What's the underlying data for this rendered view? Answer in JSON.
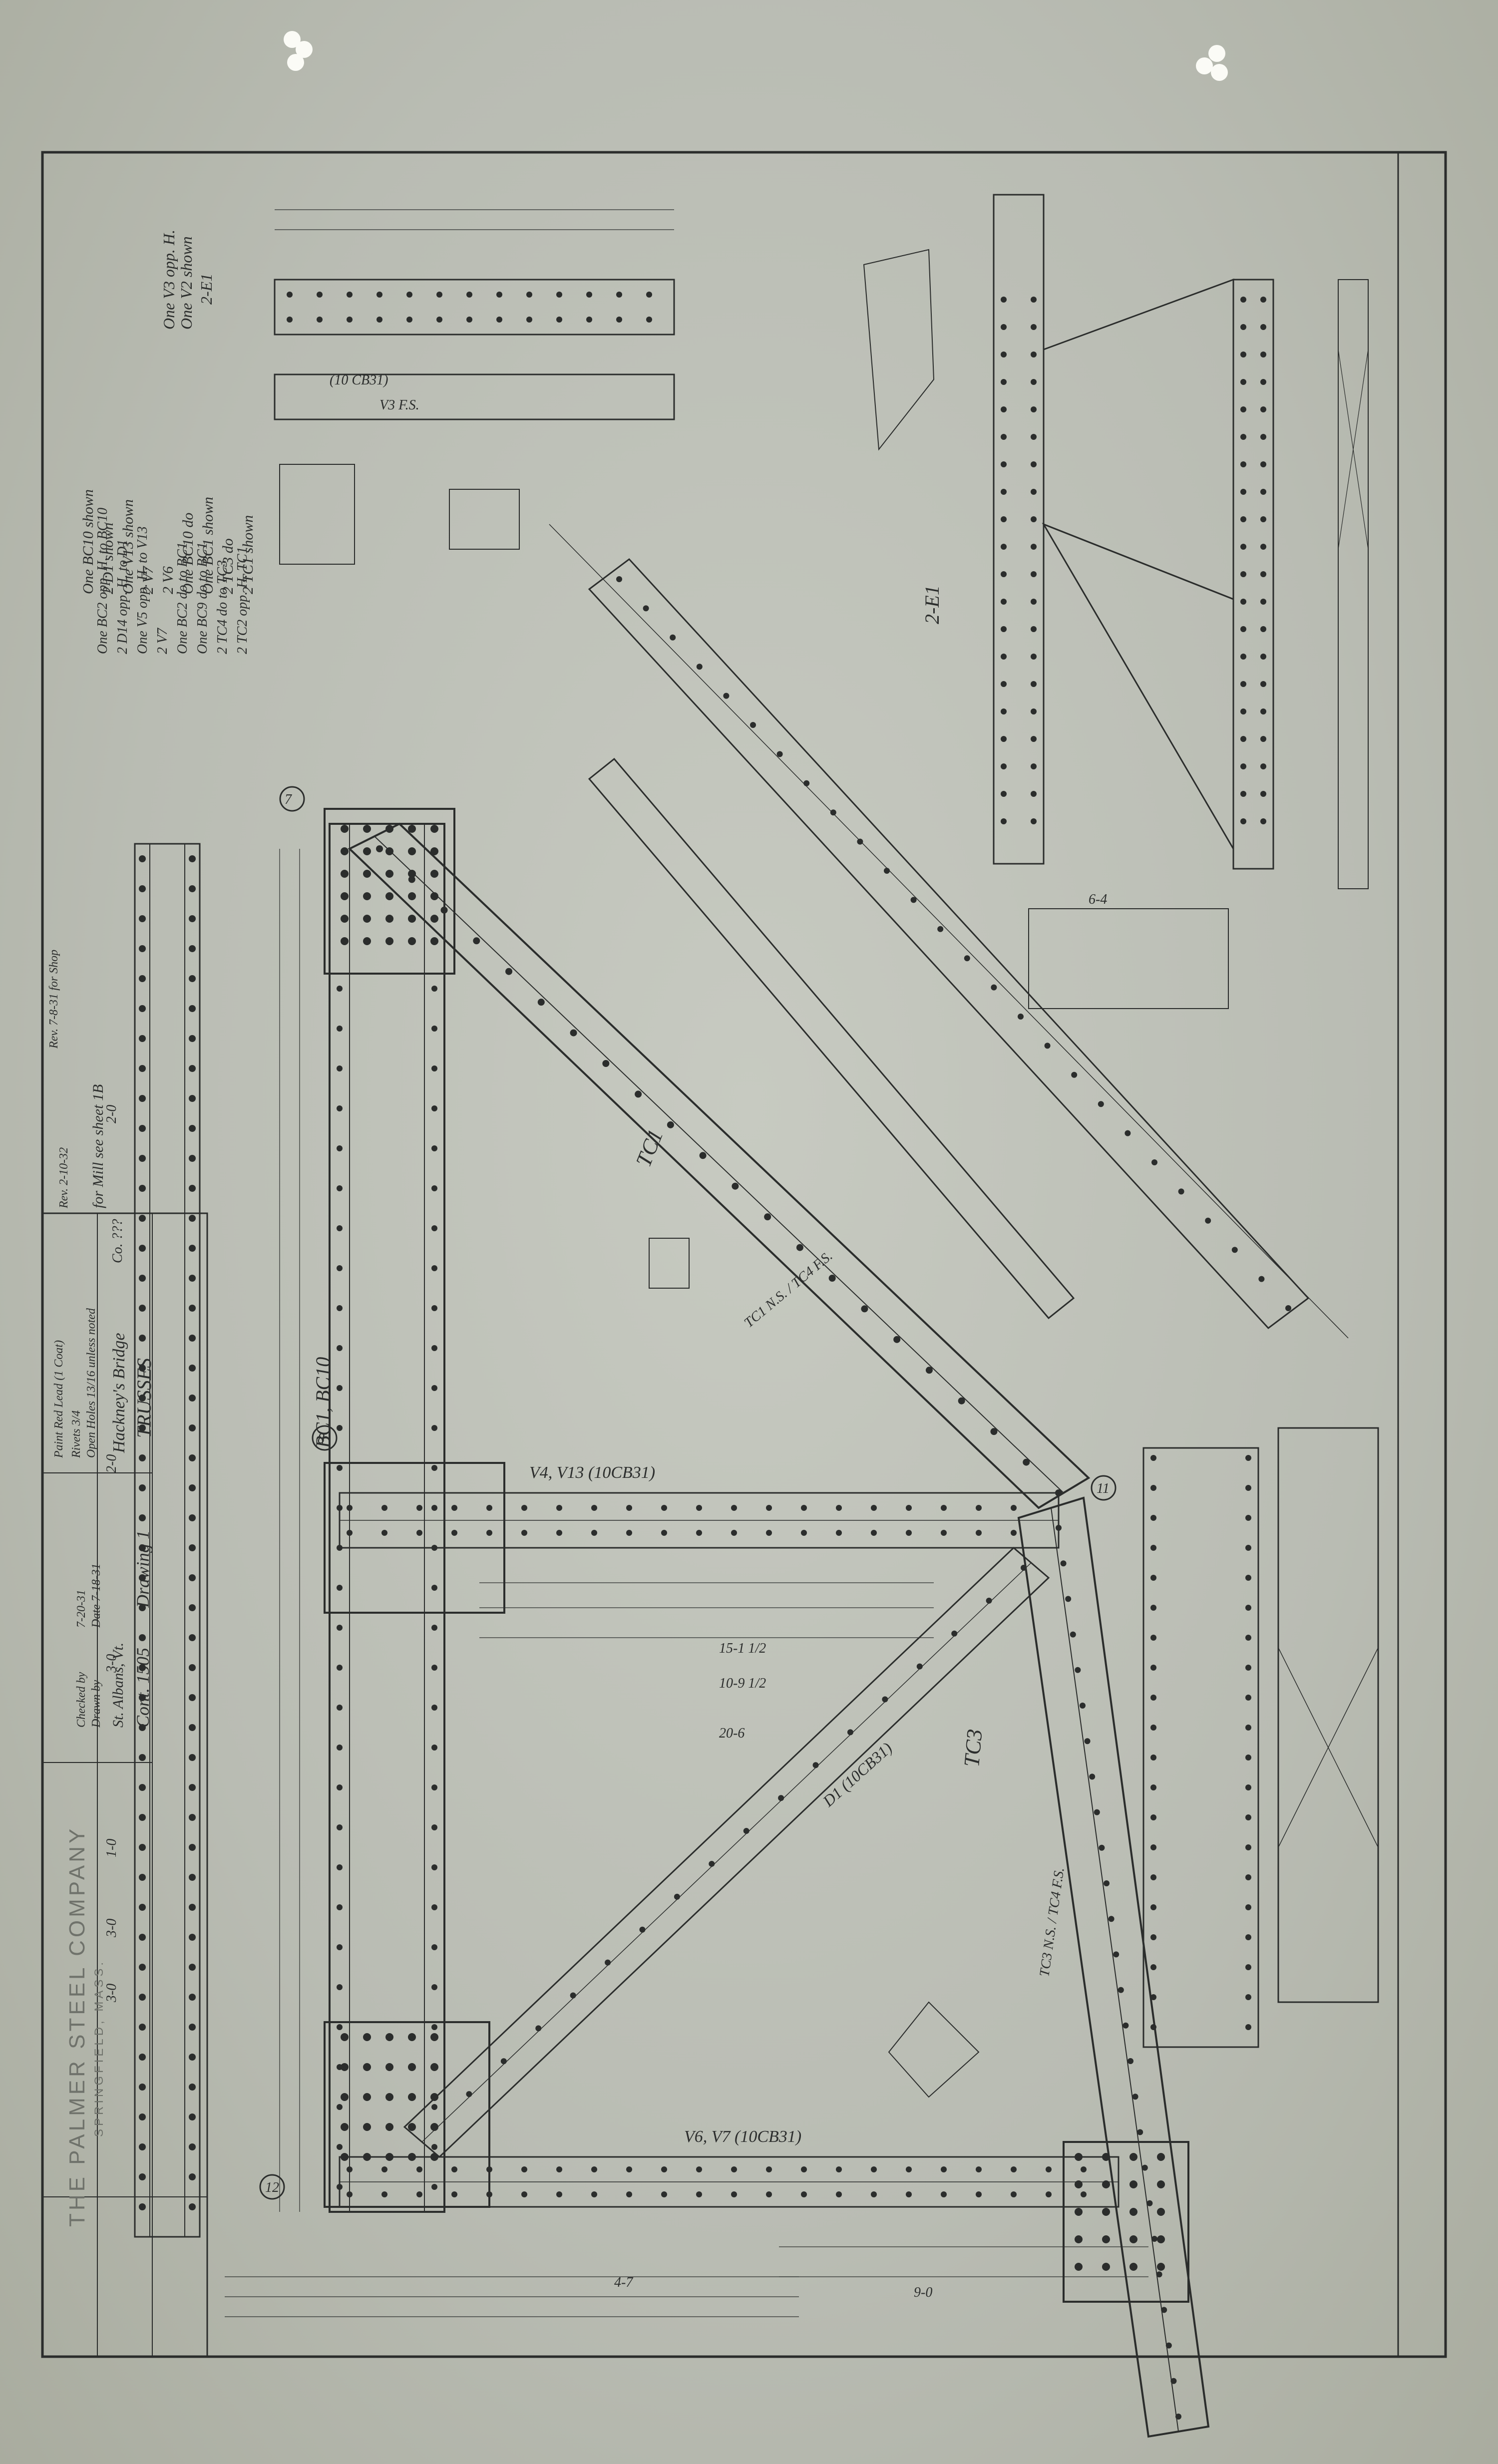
{
  "title_block": {
    "title": "TRUSSES",
    "bridge": "Hackney's Bridge",
    "county": "Co. ???",
    "note_open_holes": "Open Holes 13/16 unless noted",
    "note_rivets": "Rivets 3/4",
    "paint": "Paint Red Lead (1 Coat)",
    "contract": "Cont. 1505",
    "drawing": "Drawing 1",
    "location": "St. Albans, Vt.",
    "drawn_by": "Drawn by",
    "checked_by": "Checked by",
    "date_drawn": "Date 7-18-31",
    "date_checked": "7-20-31",
    "for_mill": "for Mill see sheet 1B",
    "rev_note": "Rev. 7-8-31 for Shop",
    "rev_date": "Rev. 2-10-32",
    "company": "THE PALMER STEEL COMPANY",
    "city": "SPRINGFIELD, MASS."
  },
  "legend": [
    {
      "qty": "2-E1",
      "desc": "One V2 shown"
    },
    {
      "qty": "",
      "desc": "One V3 opp. H."
    },
    {
      "qty": "2 TC1",
      "desc": "shown"
    },
    {
      "qty": "2 TC3",
      "desc": "do"
    },
    {
      "qty": "One BC1",
      "desc": "shown"
    },
    {
      "qty": "One BC10",
      "desc": "do"
    },
    {
      "qty": "2",
      "desc": "V6"
    },
    {
      "qty": "2",
      "desc": "V7"
    },
    {
      "qty": "One V13",
      "desc": "shown"
    },
    {
      "qty": "2",
      "desc": "D1 shown"
    },
    {
      "qty": "One BC10",
      "desc": "shown"
    }
  ],
  "legend_right": [
    "2 TC2 opp. H. TC1",
    "2 TC4 do to TC3",
    "One BC9 do to BC1",
    "One BC2 do to BC1",
    "2 V7",
    "One V5 opp. H. to V13",
    "2 D14 opp. H. to D1",
    "One BC2 opp. H. to BC10"
  ],
  "member_labels": {
    "tc1": "TC1",
    "tc3": "TC3",
    "bc1": "BC1, BC10",
    "v4": "V4, V13 (10CB31)",
    "v6": "V6, V7 (10CB31)",
    "d1": "D1 (10CB31)",
    "e1": "2-E1",
    "v3": "V3 F.S.",
    "cb": "(10 CB31)",
    "tc_fs": "TC3 N.S. / TC4 F.S.",
    "tc_ns": "TC1 N.S. / TC4 F.S.",
    "dims": [
      "2-0",
      "3-0",
      "2-0",
      "1-0",
      "3-0",
      "3-0",
      "6-4",
      "20-6",
      "15-1 1/2",
      "10-9 1/2",
      "4-7",
      "9-0"
    ],
    "panels": [
      "7",
      "8",
      "11",
      "12"
    ]
  },
  "colors": {
    "paper": "#c3c6bd",
    "ink": "#2b2d2c",
    "stamp": "#6f726b",
    "hole": "#fbfbf6"
  }
}
